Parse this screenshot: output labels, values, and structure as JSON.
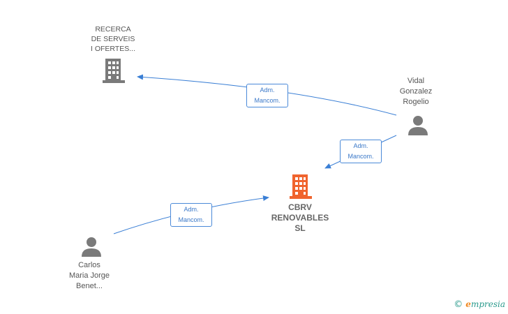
{
  "colors": {
    "edge": "#3a7fd5",
    "company_icon": "#7a7a7a",
    "main_company_icon": "#f0642e",
    "person_icon": "#7a7a7a"
  },
  "nodes": {
    "recerca": {
      "line1": "RECERCA",
      "line2": "DE SERVEIS",
      "line3": "I OFERTES...",
      "icon": "building-icon"
    },
    "cbrv": {
      "line1": "CBRV",
      "line2": "RENOVABLES",
      "line3": "SL",
      "icon": "building-icon"
    },
    "vidal": {
      "line1": "Vidal",
      "line2": "Gonzalez",
      "line3": "Rogelio",
      "icon": "person-icon"
    },
    "carlos": {
      "line1": "Carlos",
      "line2": "Maria Jorge",
      "line3": "Benet...",
      "icon": "person-icon"
    }
  },
  "edges": [
    {
      "from": "vidal",
      "to": "recerca",
      "label_line1": "Adm.",
      "label_line2": "Mancom."
    },
    {
      "from": "vidal",
      "to": "cbrv",
      "label_line1": "Adm.",
      "label_line2": "Mancom."
    },
    {
      "from": "carlos",
      "to": "cbrv",
      "label_line1": "Adm.",
      "label_line2": "Mancom."
    }
  ],
  "brand": {
    "copyright": "©",
    "name_first": "e",
    "name_rest": "mpresia"
  }
}
